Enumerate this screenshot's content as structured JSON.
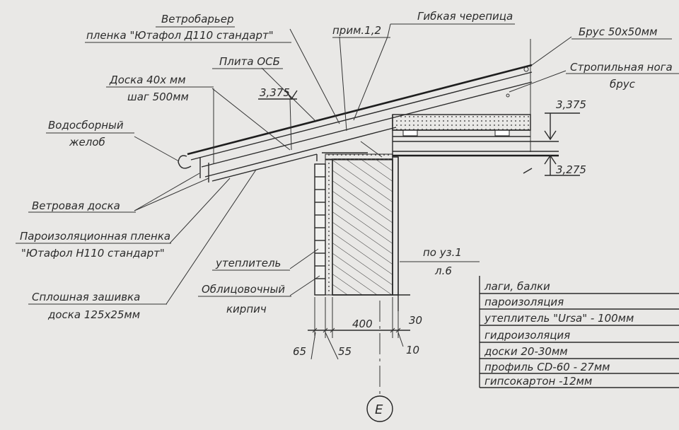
{
  "labels": {
    "windbarrier_1": "Ветробарьер",
    "windbarrier_2": "пленка \"Ютафол Д110 стандарт\"",
    "note": "прим.1,2",
    "shingles": "Гибкая черепица",
    "beam": "Брус 50х50мм",
    "rafter_1": "Стропильная нога",
    "rafter_2": "брус",
    "osb": "Плита ОСБ",
    "board_1": "Доска 40х   мм",
    "board_2": "шаг 500мм",
    "gutter_1": "Водосборный",
    "gutter_2": "желоб",
    "wind_board": "Ветровая доска",
    "vapor_1": "Пароизоляционная пленка",
    "vapor_2": "\"Ютафол Н110 стандарт\"",
    "sheathing_1": "Сплошная зашивка",
    "sheathing_2": "доска 125х25мм",
    "insulation": "утеплитель",
    "brick_1": "Облицовочный",
    "brick_2": "кирпич",
    "ref_1": "по уз.1",
    "ref_2": "л.6",
    "axis": "Е"
  },
  "elevations": {
    "e1": "3,375",
    "e2": "3,375",
    "e3": "3,275"
  },
  "dimensions": {
    "d400": "400",
    "d30": "30",
    "d65": "65",
    "d55": "55",
    "d10": "10"
  },
  "floor_layers": [
    "лаги, балки",
    "пароизоляция",
    "утеплитель \"Ursa\" - 100мм",
    "гидроизоляция",
    "доски 20-30мм",
    "профиль CD-60 - 27мм",
    "гипсокартон -12мм"
  ]
}
